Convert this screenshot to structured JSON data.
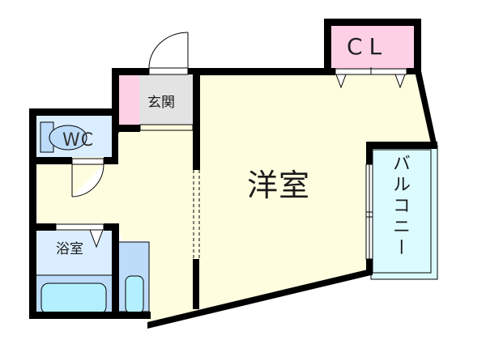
{
  "floor_plan": {
    "rooms": {
      "main_room": {
        "label": "洋室",
        "fill": "#fffde0"
      },
      "closet": {
        "label": "CL",
        "fill": "#fdd0e6"
      },
      "entrance": {
        "label": "玄関",
        "fill": "#e3e3e3"
      },
      "toilet": {
        "label": "WC",
        "fill": "#dbeeff"
      },
      "bathroom": {
        "label": "浴室",
        "fill": "#dbeeff"
      },
      "balcony": {
        "label": "バルコニー",
        "fill": "#dcfbff"
      }
    },
    "colors": {
      "wall": "#000000",
      "hallway": "#fffde0",
      "shoe_box": "#fdd0e6",
      "fixture_blue": "#bcdcfa",
      "tub": "#b3f0ff",
      "background": "#ffffff"
    }
  }
}
